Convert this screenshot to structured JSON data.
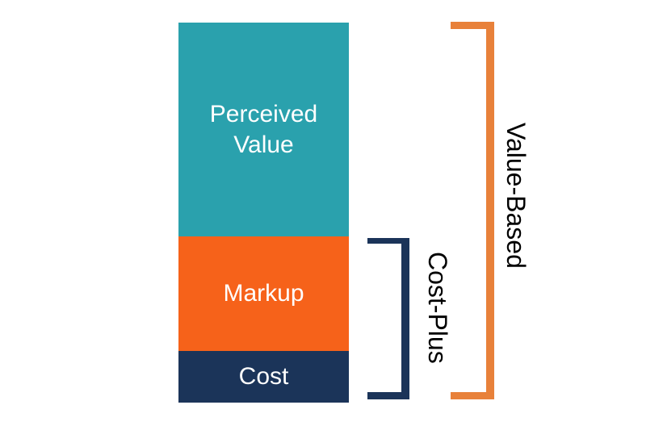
{
  "colors": {
    "background": "#FFFFFF",
    "teal_segment": "#2AA1AD",
    "orange_segment": "#F6621A",
    "navy_segment": "#1B3459",
    "cost_plus_bracket": "#1B3459",
    "value_based_bracket": "#E8813A",
    "segment_label_text": "#FFFFFF",
    "bracket_label_text": "#000000"
  },
  "chart_data": {
    "type": "bar",
    "subtype": "single-stacked-column-concept-diagram",
    "title": "",
    "xlabel": "",
    "ylabel": "",
    "axes_shown": false,
    "grid": false,
    "legend": "none",
    "segments": [
      {
        "label": "Perceived Value",
        "color": "#2AA1AD",
        "relative_height_pct": 56.3,
        "stack_position": "top"
      },
      {
        "label": "Markup",
        "color": "#F6621A",
        "relative_height_pct": 30.1,
        "stack_position": "middle"
      },
      {
        "label": "Cost",
        "color": "#1B3459",
        "relative_height_pct": 13.6,
        "stack_position": "bottom"
      }
    ],
    "brackets": [
      {
        "label": "Cost-Plus",
        "covers": [
          "Cost",
          "Markup"
        ],
        "color": "#1B3459",
        "side": "right"
      },
      {
        "label": "Value-Based",
        "covers": [
          "Cost",
          "Markup",
          "Perceived Value"
        ],
        "color": "#E8813A",
        "side": "far-right"
      }
    ]
  }
}
